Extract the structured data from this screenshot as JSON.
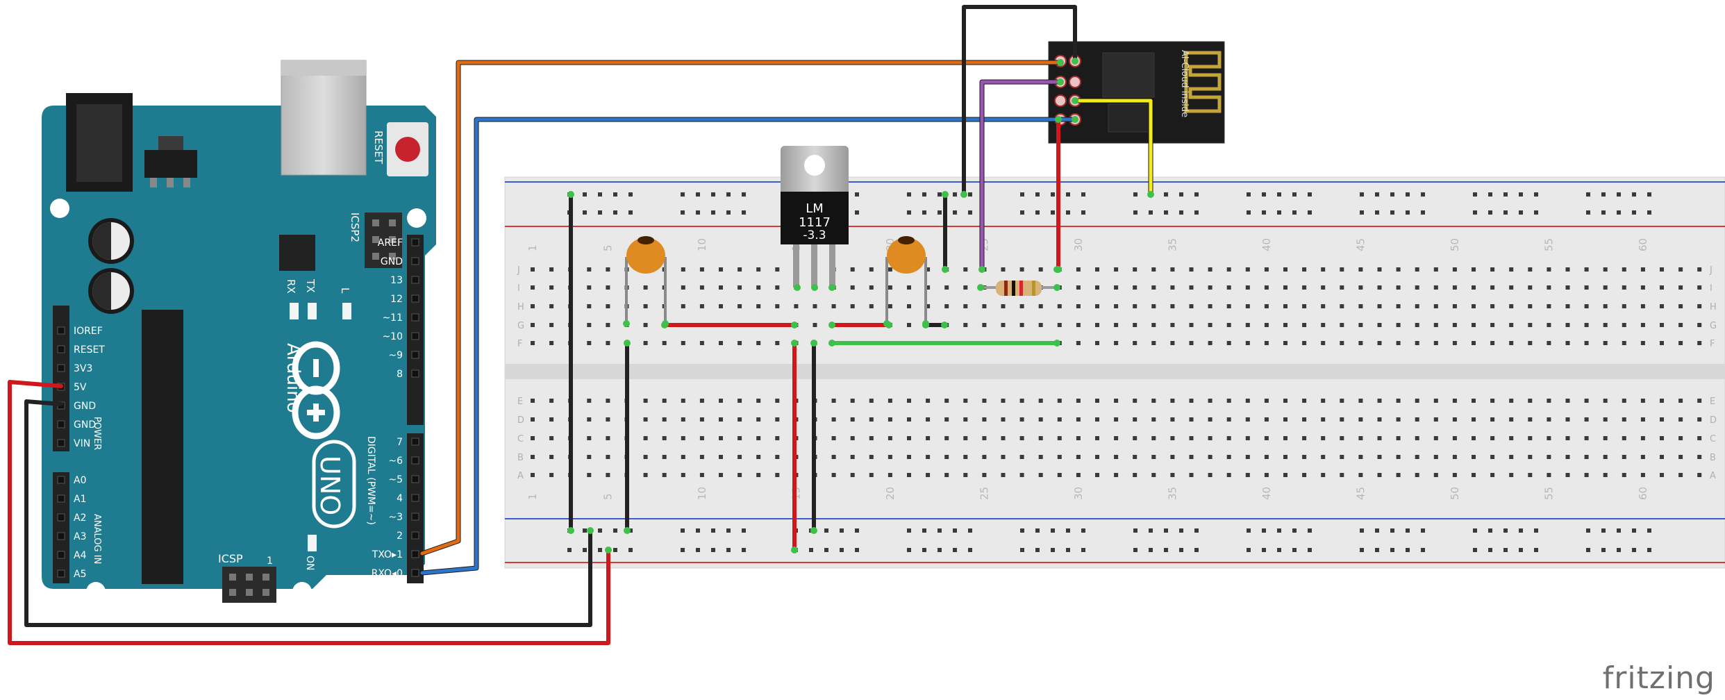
{
  "brand": "fritzing",
  "arduino": {
    "model_word": "UNO",
    "brand_word": "Arduino",
    "reset_label": "RESET",
    "icsp_label": "ICSP",
    "icsp2_label": "ICSP2",
    "on_label": "ON",
    "rx_label": "RX",
    "tx_label": "TX",
    "l_label": "L",
    "icsp_pin1": "1",
    "power_group_label": "POWER",
    "analog_group_label": "ANALOG IN",
    "digital_group_label": "DIGITAL (PWM=~)",
    "left_pins": [
      "IOREF",
      "RESET",
      "3V3",
      "5V",
      "GND",
      "GND",
      "VIN"
    ],
    "analog_pins": [
      "A0",
      "A1",
      "A2",
      "A3",
      "A4",
      "A5"
    ],
    "right_pins_top": [
      "AREF",
      "GND",
      "13",
      "12",
      "~11",
      "~10",
      "~9",
      "8"
    ],
    "right_pins_bottom": [
      "7",
      "~6",
      "~5",
      "4",
      "~3",
      "2",
      "TXO▸1",
      "RXO◂0"
    ]
  },
  "breadboard": {
    "row_letters_top": [
      "J",
      "I",
      "H",
      "G",
      "F"
    ],
    "row_letters_bottom": [
      "E",
      "D",
      "C",
      "B",
      "A"
    ],
    "column_numbers": [
      "1",
      "5",
      "10",
      "15",
      "20",
      "25",
      "30",
      "35",
      "40",
      "45",
      "50",
      "55",
      "60"
    ]
  },
  "regulator": {
    "lines": [
      "LM",
      "1117",
      "-3.3"
    ]
  },
  "esp_module": {
    "silk_text": "AI-Cloud inside"
  },
  "colors": {
    "board": "#1e7b90",
    "board_dark": "#176577",
    "wire_red": "#d0181c",
    "wire_black": "#222222",
    "wire_orange": "#e06b12",
    "wire_blue": "#2e74c9",
    "wire_purple": "#9a55b0",
    "wire_yellow": "#f2ec1a",
    "wire_green": "#3ec14a",
    "breadboard": "#e8e8e8",
    "rail_red": "#d33a3a",
    "rail_blue": "#3a5bd3"
  }
}
